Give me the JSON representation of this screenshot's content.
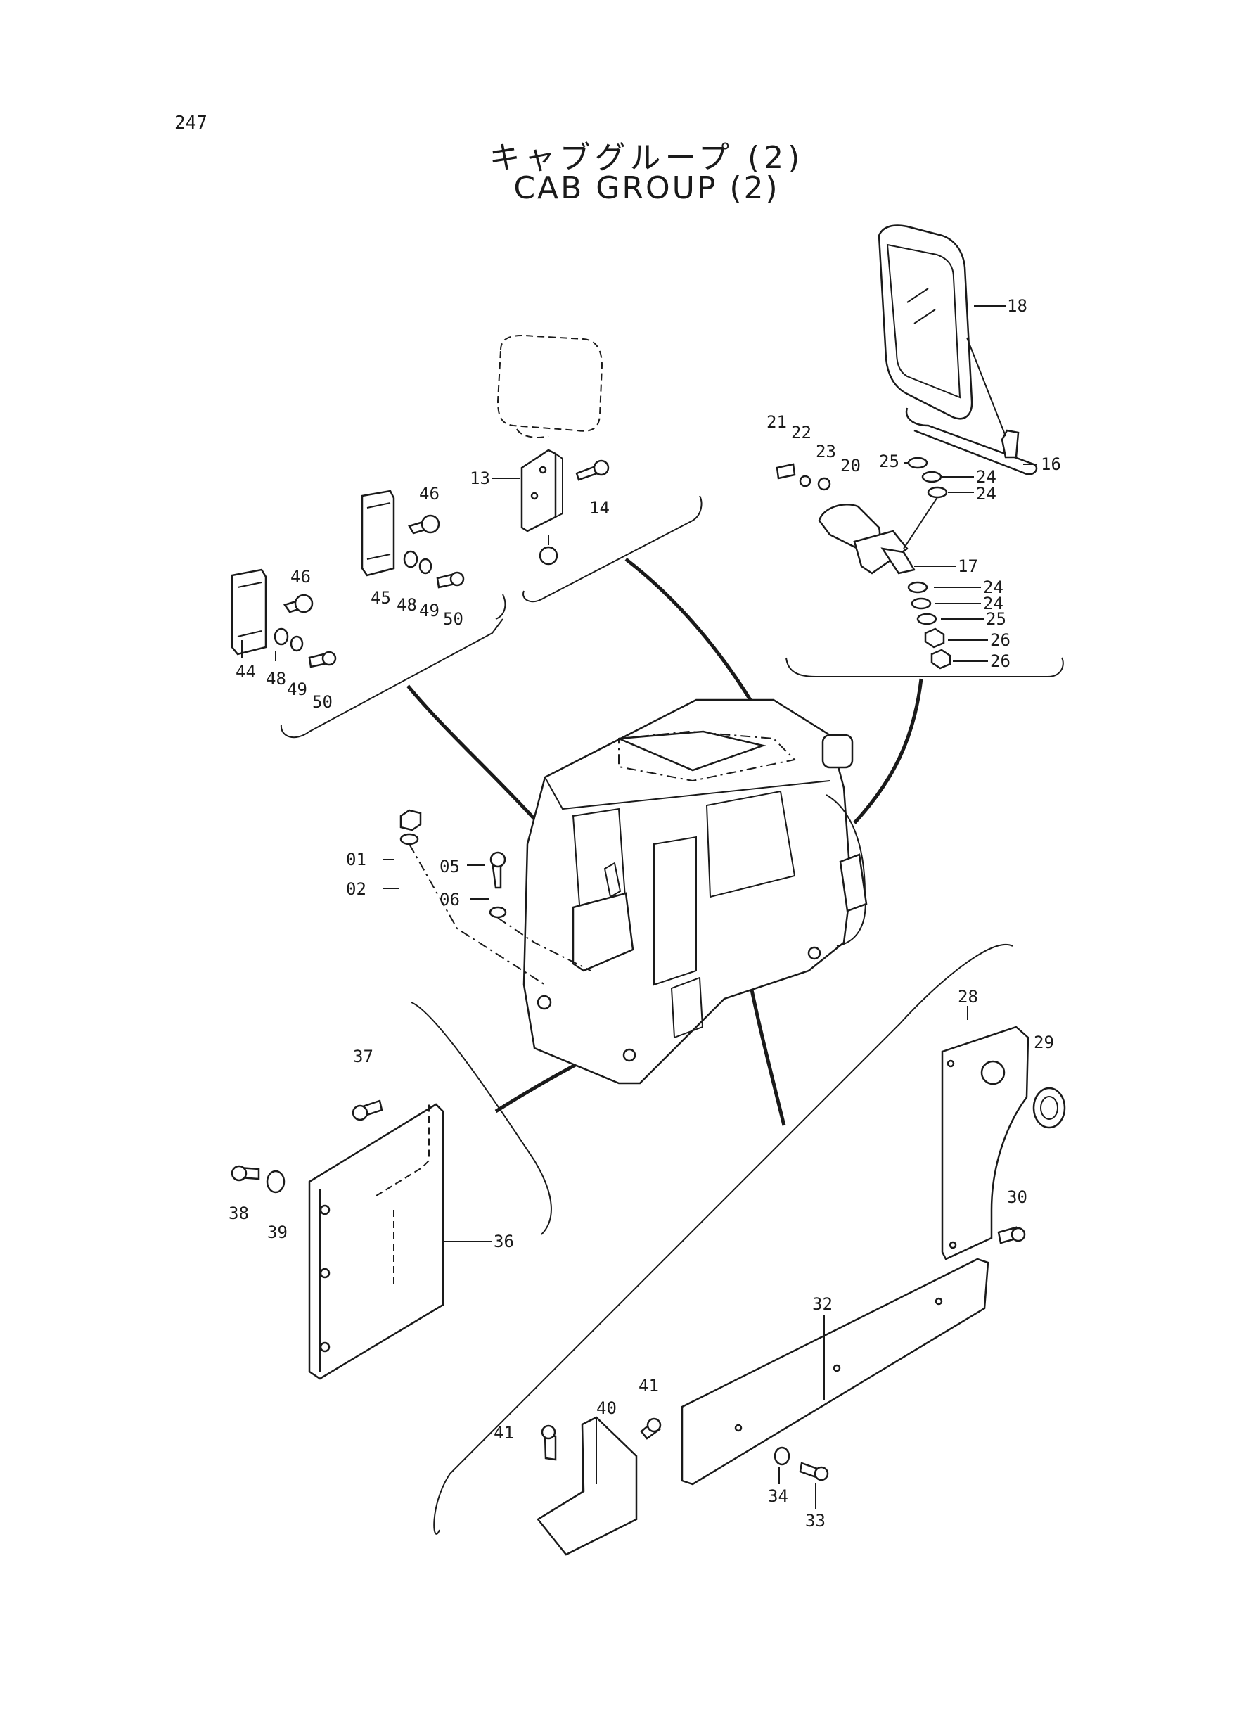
{
  "page": {
    "number": "247"
  },
  "title": {
    "japanese": "キャブグループ (2)",
    "english": "CAB GROUP (2)"
  },
  "callouts": {
    "c01": "01",
    "c02": "02",
    "c05": "05",
    "c06": "06",
    "c13": "13",
    "c14": "14",
    "c16": "16",
    "c17": "17",
    "c18": "18",
    "c20": "20",
    "c21": "21",
    "c22": "22",
    "c23": "23",
    "c24a": "24",
    "c24b": "24",
    "c24c": "24",
    "c24d": "24",
    "c25a": "25",
    "c25b": "25",
    "c26a": "26",
    "c26b": "26",
    "c28": "28",
    "c29": "29",
    "c30": "30",
    "c32": "32",
    "c33": "33",
    "c34": "34",
    "c36": "36",
    "c37": "37",
    "c38": "38",
    "c39": "39",
    "c40": "40",
    "c41a": "41",
    "c41b": "41",
    "c44": "44",
    "c45": "45",
    "c46a": "46",
    "c46b": "46",
    "c48a": "48",
    "c48b": "48",
    "c49a": "49",
    "c49b": "49",
    "c50a": "50",
    "c50b": "50"
  }
}
